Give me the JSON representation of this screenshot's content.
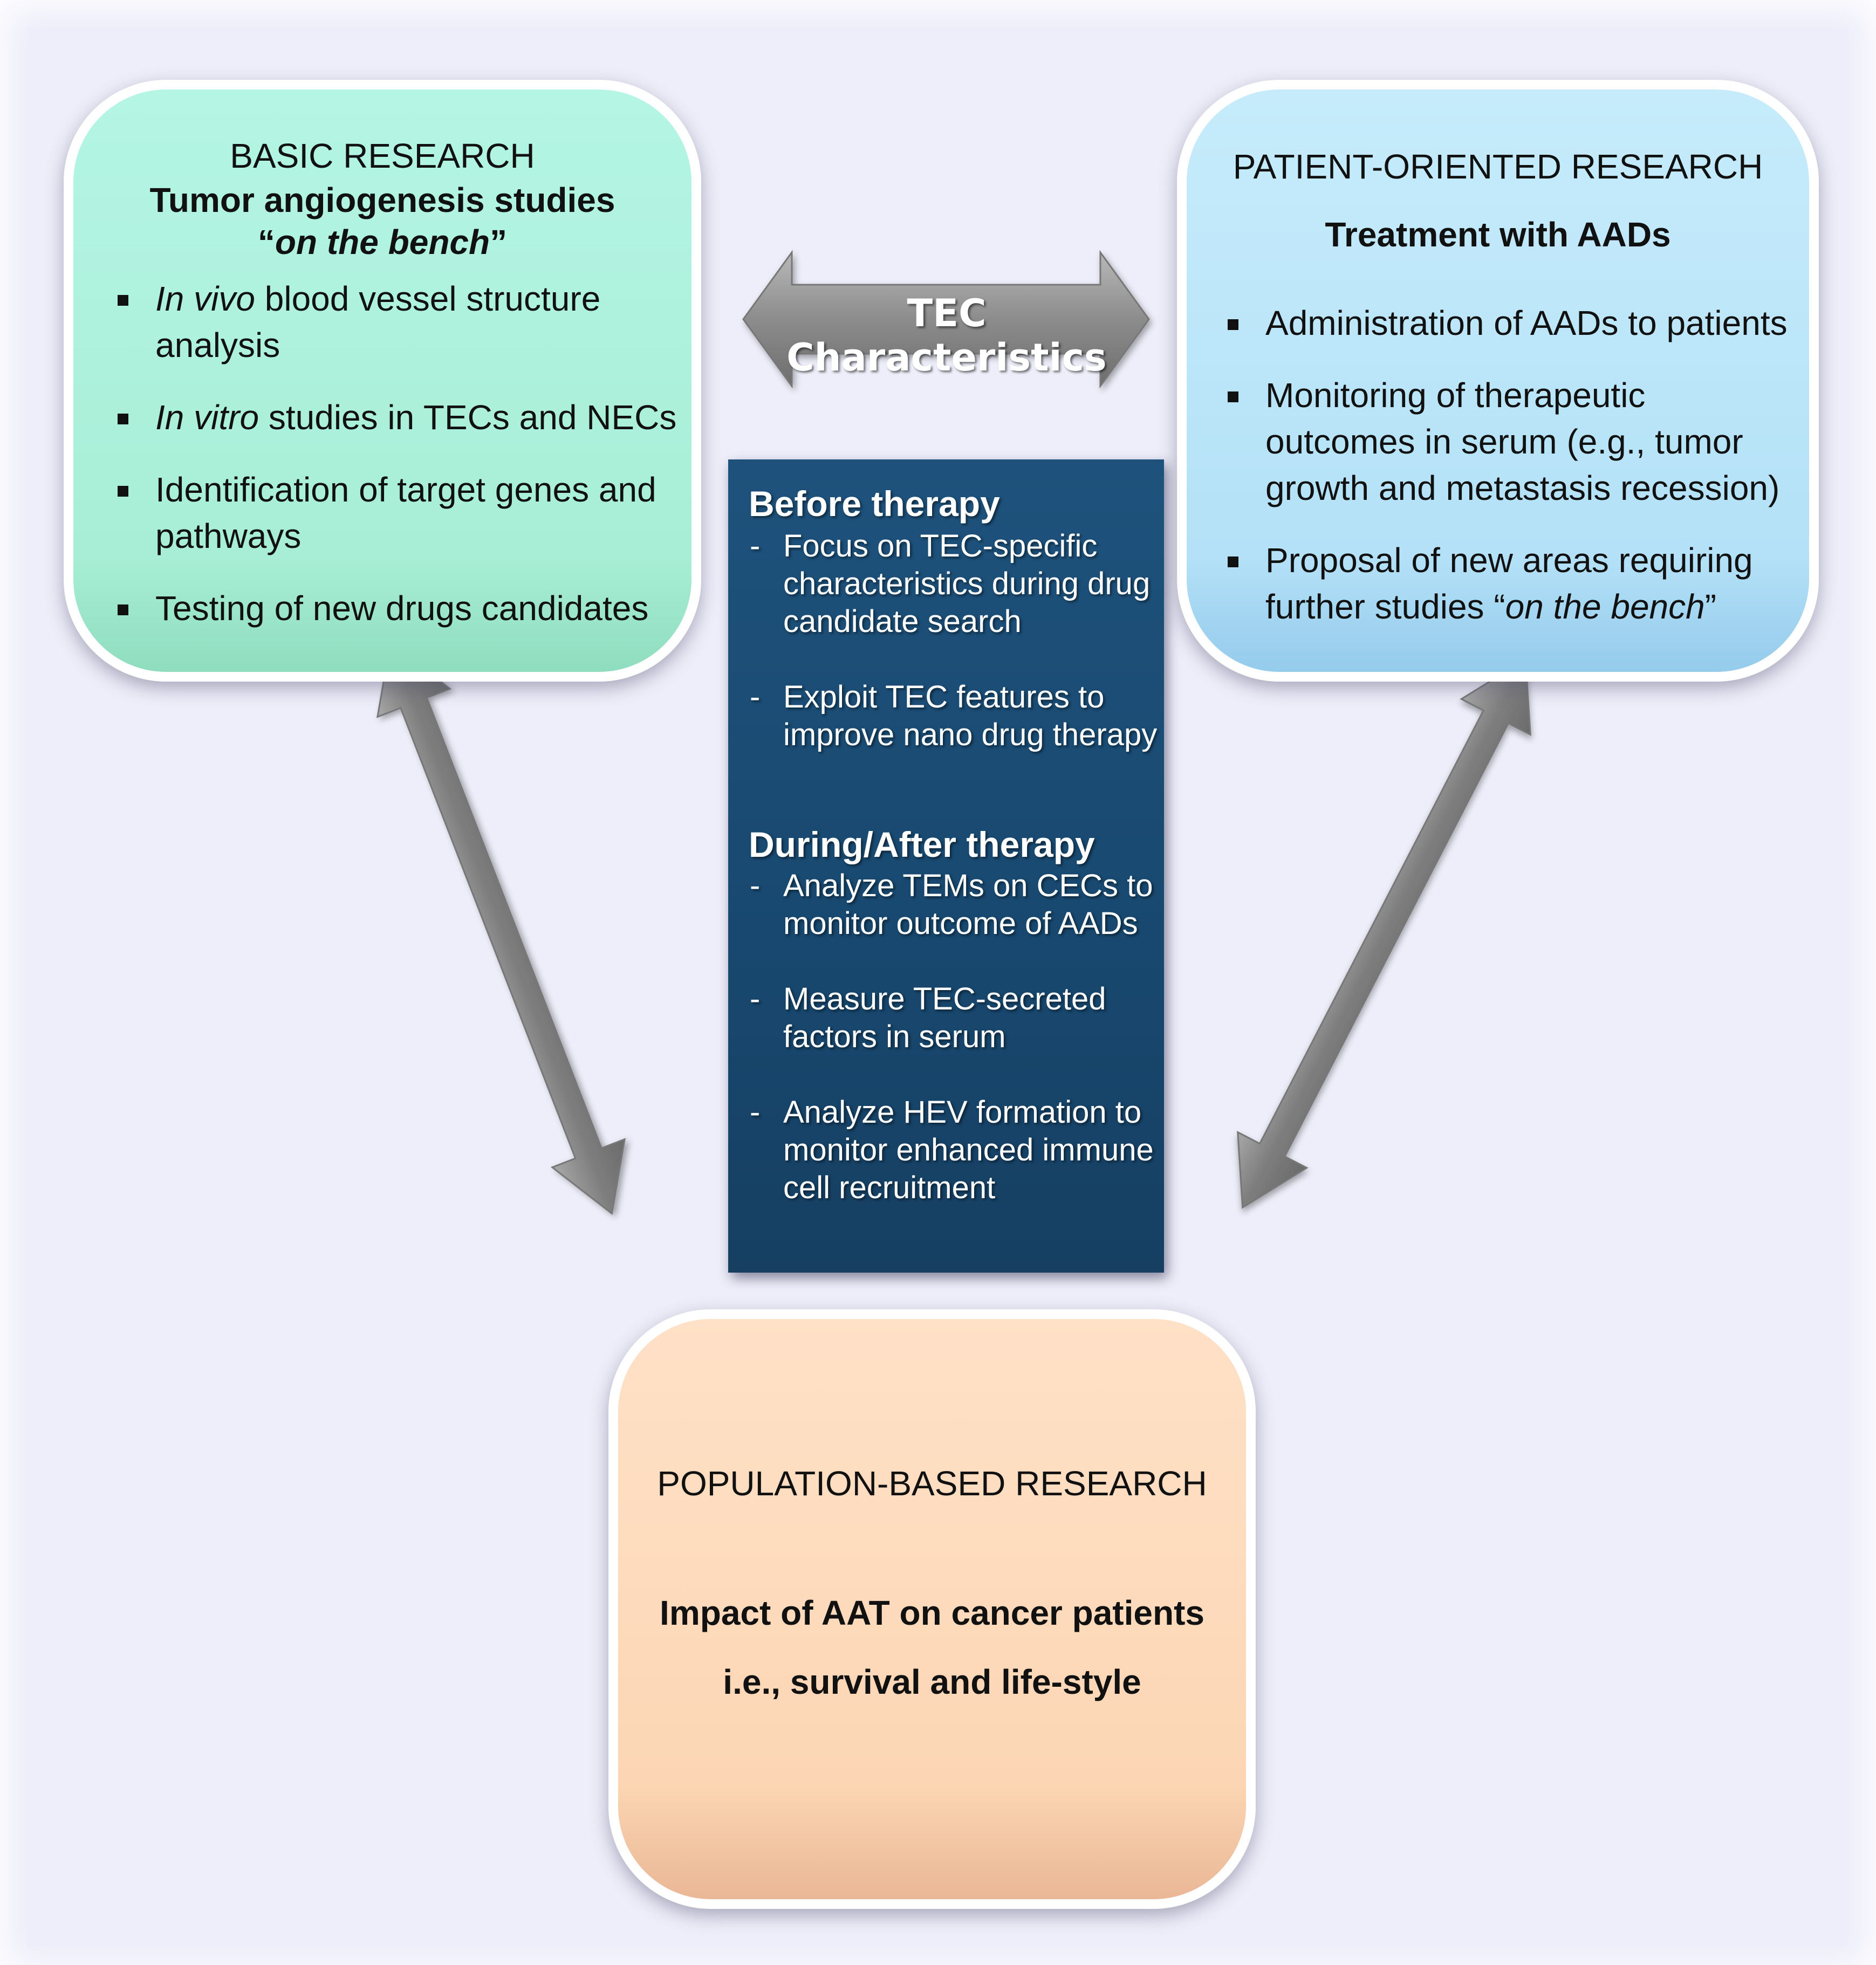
{
  "basic": {
    "heading": "BASIC RESEARCH",
    "title": "Tumor angiogenesis studies",
    "subtitle_quote_open": "“",
    "subtitle_em": "on the bench",
    "subtitle_quote_close": "”",
    "items": [
      {
        "em": "In vivo",
        "text": " blood vessel structure analysis"
      },
      {
        "em": "In vitro",
        "text": " studies in TECs and NECs"
      },
      {
        "em": "",
        "text": "Identification of target genes and pathways"
      },
      {
        "em": "",
        "text": "Testing of new drugs candidates"
      }
    ]
  },
  "patient": {
    "heading": "PATIENT-ORIENTED RESEARCH",
    "title": "Treatment with AADs",
    "items": [
      {
        "text": "Administration of AADs to patients"
      },
      {
        "text": "Monitoring of therapeutic outcomes in serum (e.g., tumor growth and metastasis recession)"
      },
      {
        "text": "Proposal of new areas requiring further studies “",
        "em": "on the bench",
        "tail": "”"
      }
    ]
  },
  "population": {
    "heading": "POPULATION-BASED RESEARCH",
    "line1": "Impact of AAT on cancer patients",
    "line2": "i.e., survival and life-style"
  },
  "tec": {
    "arrow_label": "TEC Characteristics",
    "before_heading": "Before therapy",
    "before_items": [
      "Focus on TEC-specific characteristics during drug candidate search",
      "Exploit TEC features to improve nano drug therapy"
    ],
    "during_heading": "During/After therapy",
    "during_items": [
      "Analyze TEMs on CECs to monitor outcome of AADs",
      "Measure TEC-secreted factors in serum",
      "Analyze HEV formation to monitor enhanced immune cell recruitment"
    ]
  },
  "colors": {
    "basic_box": "#a8eed6",
    "patient_box": "#b4e1f7",
    "population_box": "#fcd6b4",
    "tec_panel": "#18486f",
    "arrow": "#8a8a8a",
    "background": "#eeeefa"
  }
}
